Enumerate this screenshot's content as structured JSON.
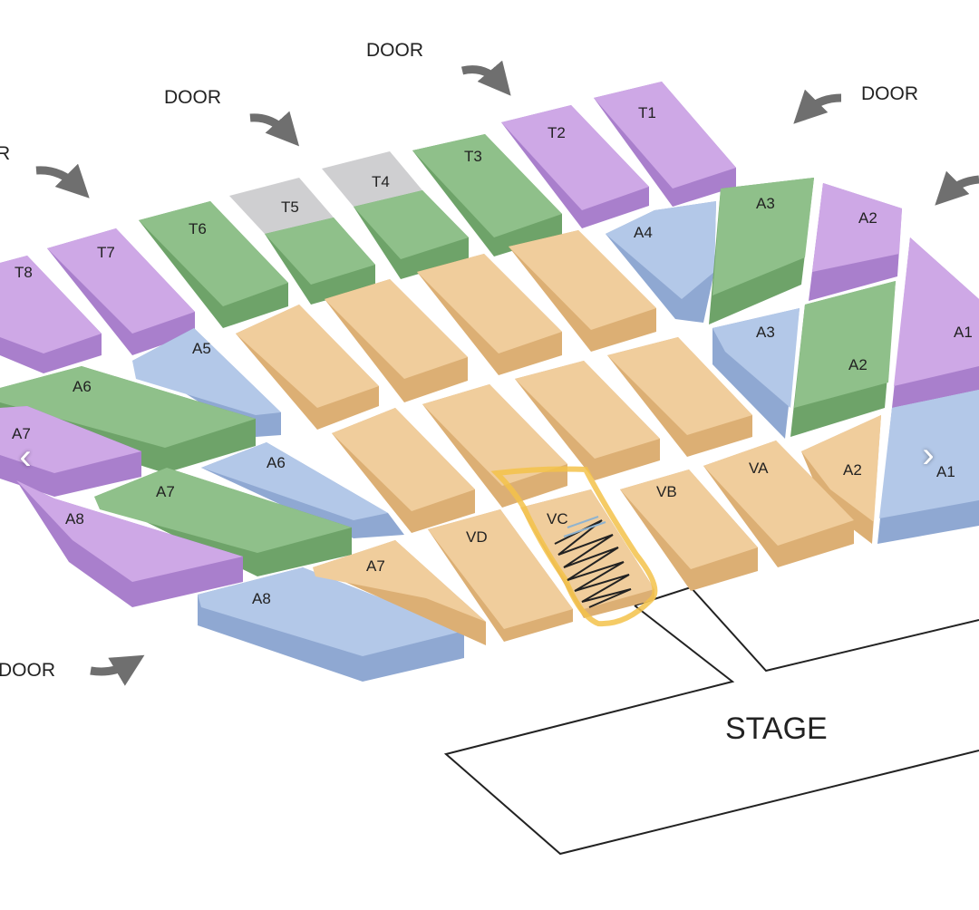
{
  "colors": {
    "purple": "#cea8e6",
    "purple_side": "#a97fcc",
    "green": "#8fc08a",
    "green_side": "#6ea369",
    "blue": "#b3c8e8",
    "blue_side": "#8fa8d2",
    "tan": "#f0cd9c",
    "tan_side": "#dcaf74",
    "gray": "#cfcfd1",
    "gray_side": "#a9a9ad",
    "highlight": "#f3c24a",
    "scribble": "#222222"
  },
  "doors": [
    "DOOR",
    "DOOR",
    "DOOR",
    "R",
    "DOOR"
  ],
  "stage_label": "STAGE",
  "sections": {
    "T1": "T1",
    "T2": "T2",
    "T3": "T3",
    "T4": "T4",
    "T5": "T5",
    "T6": "T6",
    "T7": "T7",
    "T8": "T8",
    "A1_top": "A1",
    "A1_low": "A1",
    "A2_top": "A2",
    "A2_mid": "A2",
    "A2_low": "A2",
    "A3_top": "A3",
    "A3_low": "A3",
    "A4": "A4",
    "A5": "A5",
    "A6_up": "A6",
    "A6_low": "A6",
    "A7_left": "A7",
    "A7_mid": "A7",
    "A7_floor": "A7",
    "A8_left": "A8",
    "A8_low": "A8",
    "VA": "VA",
    "VB": "VB",
    "VC": "VC",
    "VD": "VD"
  },
  "nav": {
    "prev": "‹",
    "next": "›"
  }
}
